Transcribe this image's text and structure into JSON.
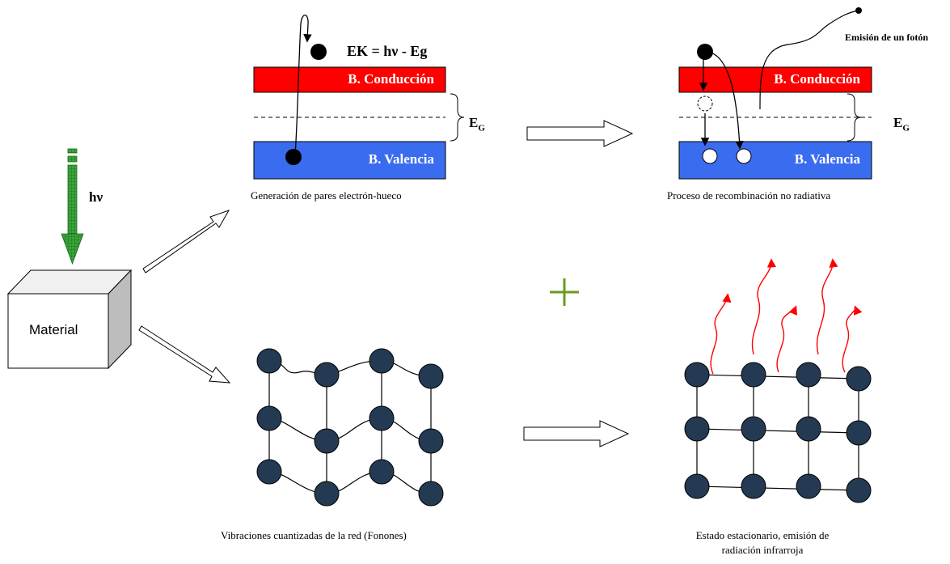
{
  "material_label": "Material",
  "photon_label": "hν",
  "top_left": {
    "formula": "EK = hν - Eg",
    "conduction_label": "B. Conducción",
    "valence_label": "B. Valencia",
    "gap_label": "E",
    "gap_sub": "G",
    "caption": "Generación de pares electrón-hueco"
  },
  "top_right": {
    "photon_emission_label": "Emisión de un fotón",
    "conduction_label": "B. Conducción",
    "valence_label": "B. Valencia",
    "gap_label": "E",
    "gap_sub": "G",
    "caption": "Proceso de recombinación no radiativa"
  },
  "bottom_left": {
    "caption": "Vibraciones cuantizadas de la red (Fonones)"
  },
  "bottom_right": {
    "caption_line1": "Estado estacionario, emisión de",
    "caption_line2": "radiación infrarroja"
  },
  "plus_symbol": "+",
  "colors": {
    "conduction_band": "#ff0000",
    "valence_band": "#3a6cf0",
    "atom": "#243a52",
    "photon_arrow": "#39a339",
    "plus": "#6b9a1e",
    "infrared": "#ff0000"
  }
}
